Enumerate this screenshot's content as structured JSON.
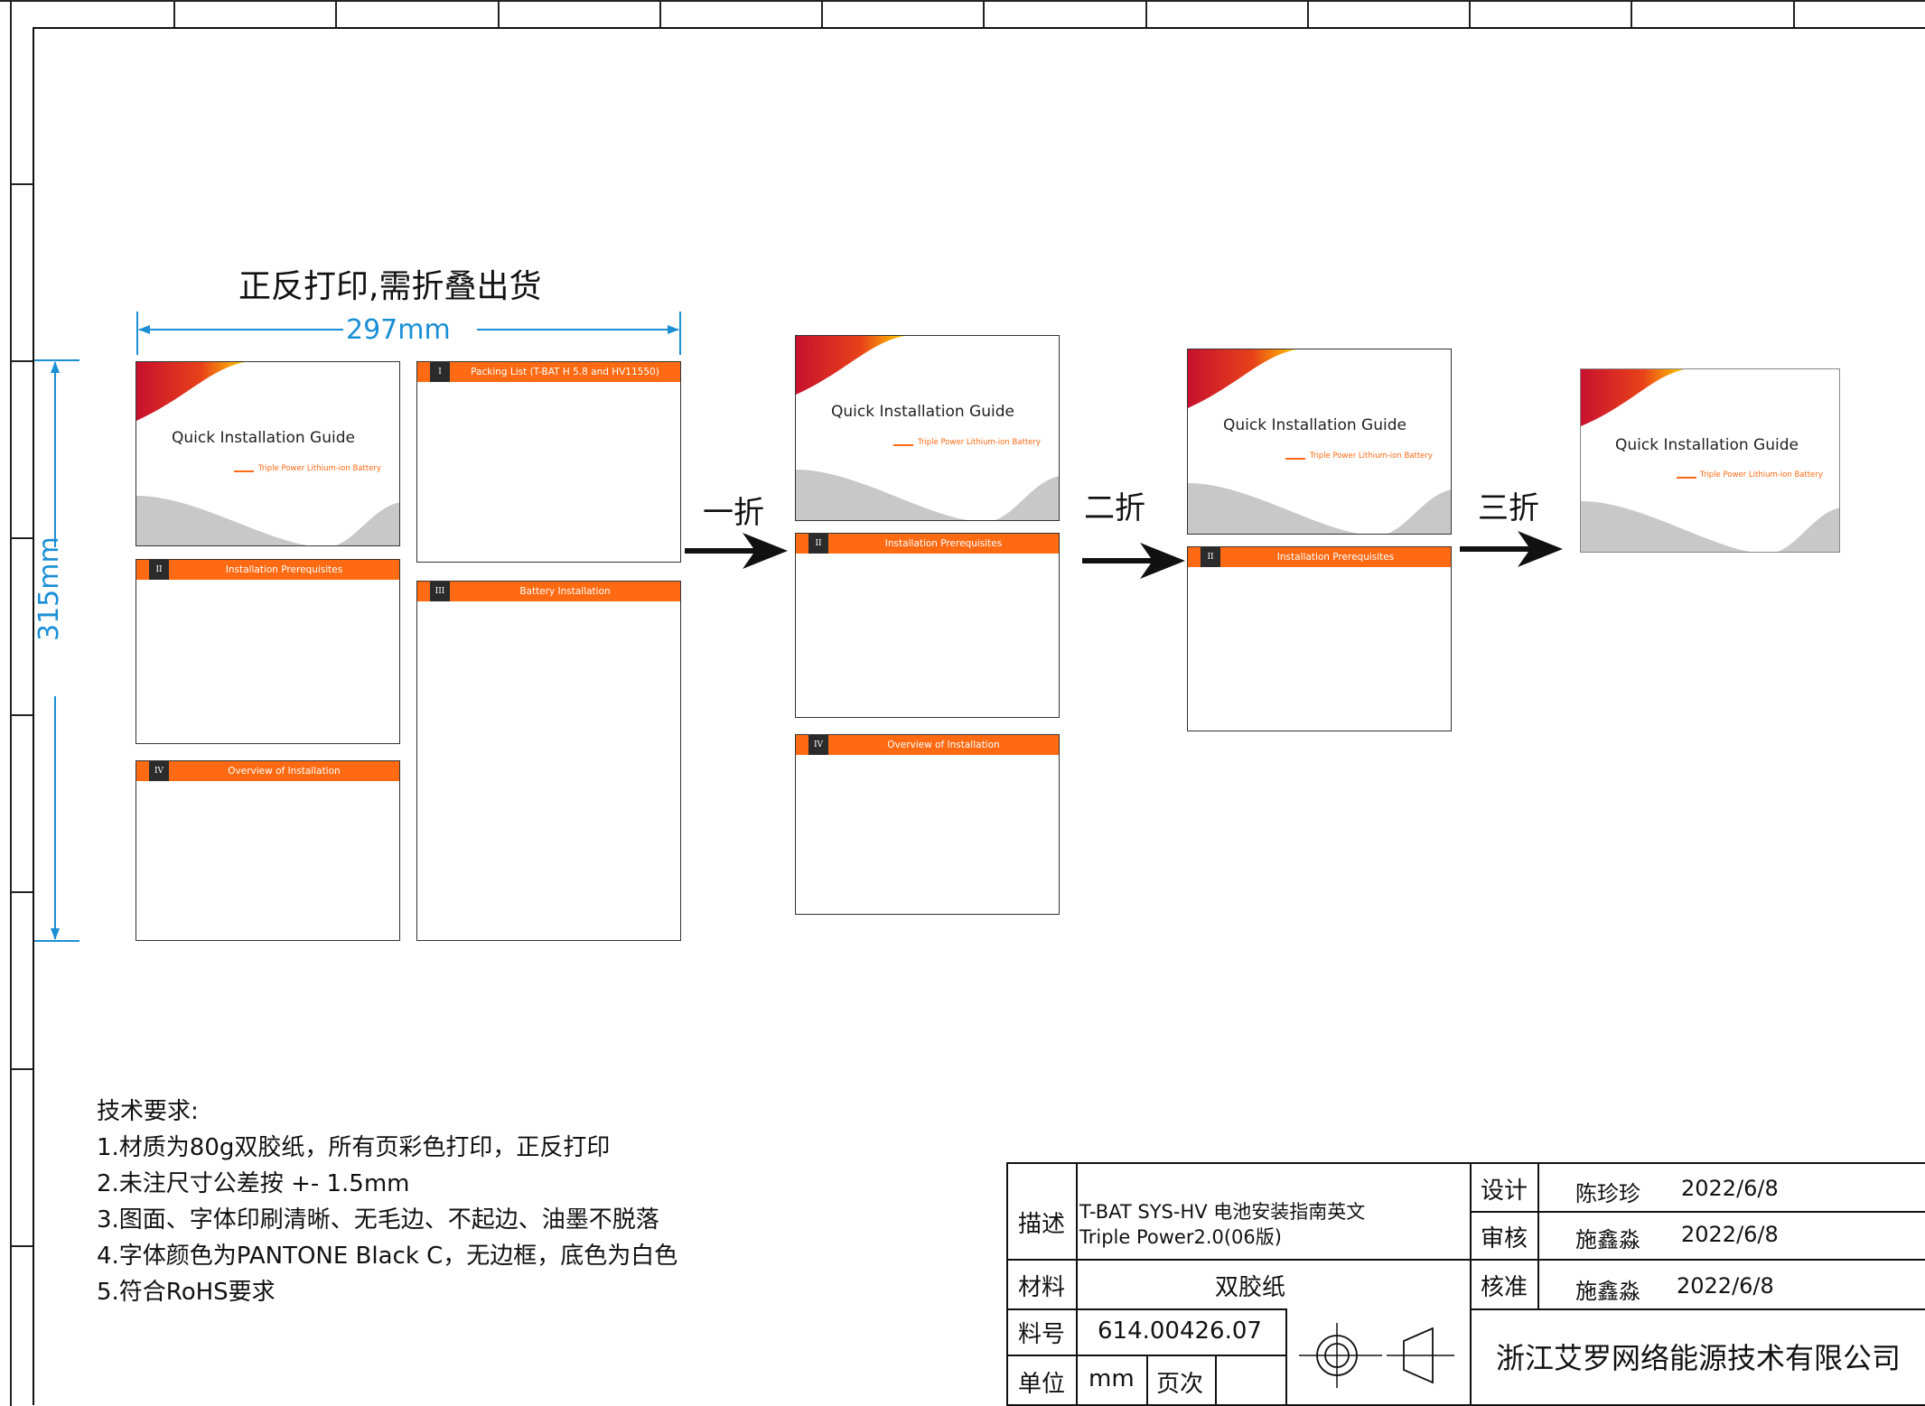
{
  "heading": "正反打印,需折叠出货",
  "dim_width": "297mm",
  "dim_height": "315mm",
  "cover": {
    "title": "Quick Installation Guide",
    "subtitle": "Triple Power Lithium-ion Battery"
  },
  "sections": [
    {
      "num": "I",
      "title": "Packing List (T-BAT H 5.8 and HV11550)"
    },
    {
      "num": "II",
      "title": "Installation Prerequisites"
    },
    {
      "num": "III",
      "title": "Battery Installation"
    },
    {
      "num": "IV",
      "title": "Overview of Installation"
    }
  ],
  "folds": [
    "一折",
    "二折",
    "三折"
  ],
  "requirements": {
    "heading": "技术要求:",
    "items": [
      "1.材质为80g双胶纸，所有页彩色打印，正反打印",
      "2.未注尺寸公差按 +- 1.5mm",
      "3.图面、字体印刷清晰、无毛边、不起边、油墨不脱落",
      "4.字体颜色为PANTONE Black C，无边框，底色为白色",
      "5.符合RoHS要求"
    ]
  },
  "title_block": {
    "desc_label": "描述",
    "desc_line1": "T-BAT SYS-HV 电池安装指南英文",
    "desc_line2": "Triple Power2.0(06版)",
    "material_label": "材料",
    "material": "双胶纸",
    "part_label": "料号",
    "part_no": "614.00426.07",
    "unit_label": "单位",
    "unit": "mm",
    "page_label": "页次",
    "design_label": "设计",
    "designer": "陈珍珍",
    "design_date": "2022/6/8",
    "review_label": "审核",
    "reviewer": "施鑫淼",
    "review_date": "2022/6/8",
    "approve_label": "核准",
    "approver": "施鑫淼",
    "approve_date": "2022/6/8",
    "company": "浙江艾罗网络能源技术有限公司"
  },
  "colors": {
    "accent_orange": "#ff6a13",
    "dimension_blue": "#1a8fd6",
    "header_dark": "#2b2b2b",
    "wave_gray": "#c8c8c8"
  }
}
